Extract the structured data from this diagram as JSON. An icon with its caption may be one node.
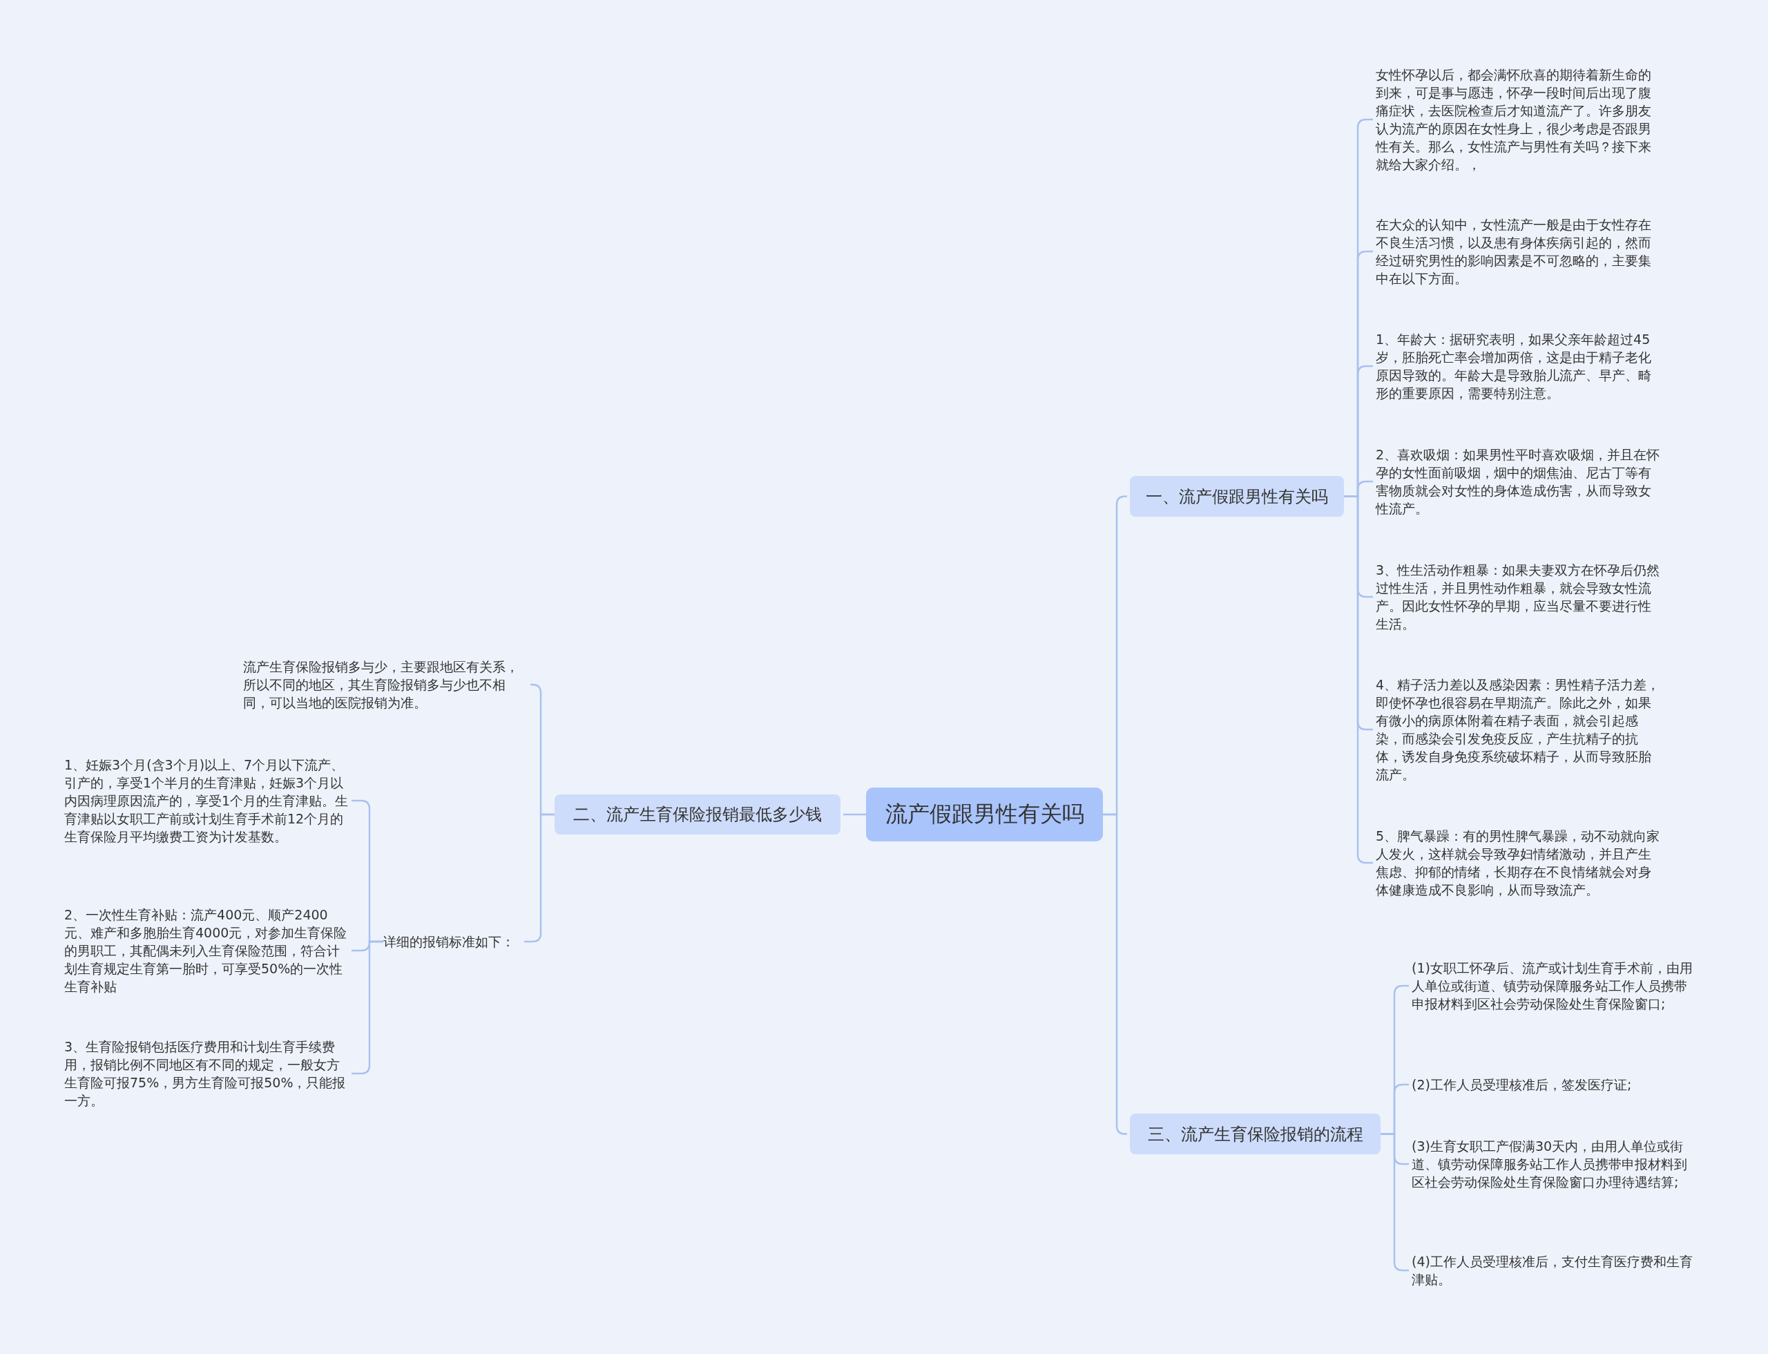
{
  "diagram": {
    "nodes": [
      {
        "text": [
          "流产假跟男性有关吗"
        ]
      },
      {
        "text": [
          "一、流产假跟男性有关吗"
        ]
      },
      {
        "text": [
          "女性怀孕以后，都会满怀欣喜的期待着新生命的到来，可是事与愿违，怀孕一段时间后出现了腹痛症状，去医院检查后才知道流产了。许多朋友认为流产的原因在女性身上，很少考虑是否跟男性有关。那么，女性流产与男性有关吗？接下来就给大家介绍。，"
        ]
      },
      {
        "text": [
          "在大众的认知中，女性流产一般是由于女性存在不良生活习惯，以及患有身体疾病引起的，然而经过研究男性的影响因素是不可忽略的，主要集中在以下方面。"
        ]
      },
      {
        "text": [
          "1、年龄大：据研究表明，如果父亲年龄超过45岁，胚胎死亡率会增加两倍，这是由于精子老化原因导致的。年龄大是导致胎儿流产、早产、畸形的重要原因，需要特别注意。"
        ]
      },
      {
        "text": [
          "2、喜欢吸烟：如果男性平时喜欢吸烟，并且在怀孕的女性面前吸烟，烟中的烟焦油、尼古丁等有害物质就会对女性的身体造成伤害，从而导致女性流产。"
        ]
      },
      {
        "text": [
          "3、性生活动作粗暴：如果夫妻双方在怀孕后仍然过性生活，并且男性动作粗暴，就会导致女性流产。因此女性怀孕的早期，应当尽量不要进行性生活。"
        ]
      },
      {
        "text": [
          "4、精子活力差以及感染因素：男性精子活力差，即使怀孕也很容易在早期流产。除此之外，如果有微小的病原体附着在精子表面，就会引起感染，而感染会引发免疫反应，产生抗精子的抗体，诱发自身免疫系统破坏精子，从而导致胚胎流产。"
        ]
      },
      {
        "text": [
          "5、脾气暴躁：有的男性脾气暴躁，动不动就向家人发火，这样就会导致孕妇情绪激动，并且产生焦虑、抑郁的情绪，长期存在不良情绪就会对身体健康造成不良影响，从而导致流产。"
        ]
      },
      {
        "text": [
          "二、流产生育保险报销最低多少钱"
        ]
      },
      {
        "text": [
          "流产生育保险报销多与少，主要跟地区有关系，所以不同的地区，其生育险报销多与少也不相同，可以当地的医院报销为准。"
        ]
      },
      {
        "text": [
          "详细的报销标准如下："
        ]
      },
      {
        "text": [
          "1、妊娠3个月(含3个月)以上、7个月以下流产、引产的，享受1个半月的生育津贴，妊娠3个月以内因病理原因流产的，享受1个月的生育津贴。生育津贴以女职工产前或计划生育手术前12个月的生育保险月平均缴费工资为计发基数。"
        ]
      },
      {
        "text": [
          "2、一次性生育补贴：流产400元、顺产2400元、难产和多胞胎生育4000元，对参加生育保险的男职工，其配偶未列入生育保险范围，符合计划生育规定生育第一胎时，可享受50%的一次性生育补贴"
        ]
      },
      {
        "text": [
          "3、生育险报销包括医疗费用和计划生育手续费用，报销比例不同地区有不同的规定，一般女方生育险可报75%，男方生育险可报50%，只能报一方。"
        ]
      },
      {
        "text": [
          "三、流产生育保险报销的流程"
        ]
      },
      {
        "text": [
          "(1)女职工怀孕后、流产或计划生育手术前，由用人单位或街道、镇劳动保障服务站工作人员携带申报材料到区社会劳动保险处生育保险窗口;"
        ]
      },
      {
        "text": [
          "(2)工作人员受理核准后，签发医疗证;"
        ]
      },
      {
        "text": [
          "(3)生育女职工产假满30天内，由用人单位或街道、镇劳动保障服务站工作人员携带申报材料到区社会劳动保险处生育保险窗口办理待遇结算;"
        ]
      },
      {
        "text": [
          "(4)工作人员受理核准后，支付生育医疗费和生育津贴。"
        ]
      }
    ],
    "edges": [
      {
        "from": 0,
        "to": 1,
        "arrow": "none"
      },
      {
        "from": 1,
        "to": 2,
        "arrow": "none"
      },
      {
        "from": 1,
        "to": 3,
        "arrow": "none"
      },
      {
        "from": 1,
        "to": 4,
        "arrow": "none"
      },
      {
        "from": 1,
        "to": 5,
        "arrow": "none"
      },
      {
        "from": 1,
        "to": 6,
        "arrow": "none"
      },
      {
        "from": 1,
        "to": 7,
        "arrow": "none"
      },
      {
        "from": 1,
        "to": 8,
        "arrow": "none"
      },
      {
        "from": 0,
        "to": 9,
        "arrow": "none"
      },
      {
        "from": 9,
        "to": 10,
        "arrow": "none"
      },
      {
        "from": 9,
        "to": 11,
        "arrow": "none"
      },
      {
        "from": 11,
        "to": 12,
        "arrow": "none"
      },
      {
        "from": 11,
        "to": 13,
        "arrow": "none"
      },
      {
        "from": 11,
        "to": 14,
        "arrow": "none"
      },
      {
        "from": 0,
        "to": 15,
        "arrow": "none"
      },
      {
        "from": 15,
        "to": 16,
        "arrow": "none"
      },
      {
        "from": 15,
        "to": 17,
        "arrow": "none"
      },
      {
        "from": 15,
        "to": 18,
        "arrow": "none"
      },
      {
        "from": 15,
        "to": 19,
        "arrow": "none"
      }
    ]
  }
}
